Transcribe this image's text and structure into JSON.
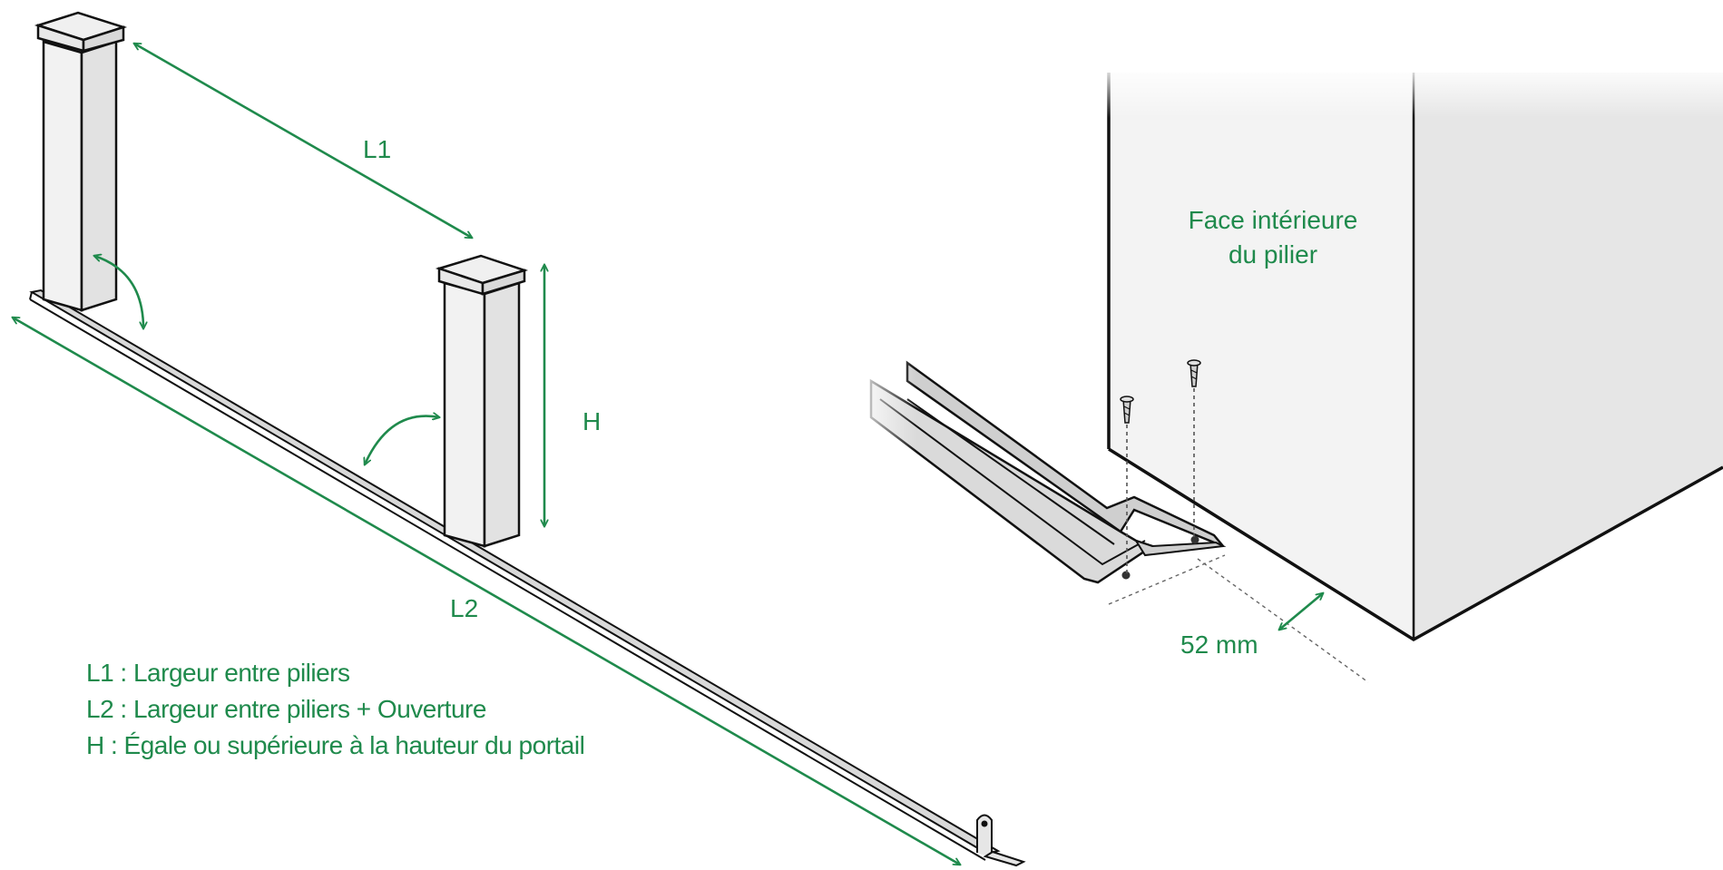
{
  "colors": {
    "accent": "#1f8a4c",
    "ink": "#111111",
    "post_fill": "#eeeeee",
    "post_cap": "#e4e4e4",
    "rail_fill": "#d6d6d6"
  },
  "labels": {
    "l1": "L1",
    "l2": "L2",
    "h": "H",
    "face_line1": "Face intérieure",
    "face_line2": "du pilier",
    "dimension": "52 mm"
  },
  "legend": [
    "L1 : Largeur entre piliers",
    "L2 : Largeur entre piliers + Ouverture",
    "H : Égale ou supérieure à la hauteur du portail"
  ]
}
